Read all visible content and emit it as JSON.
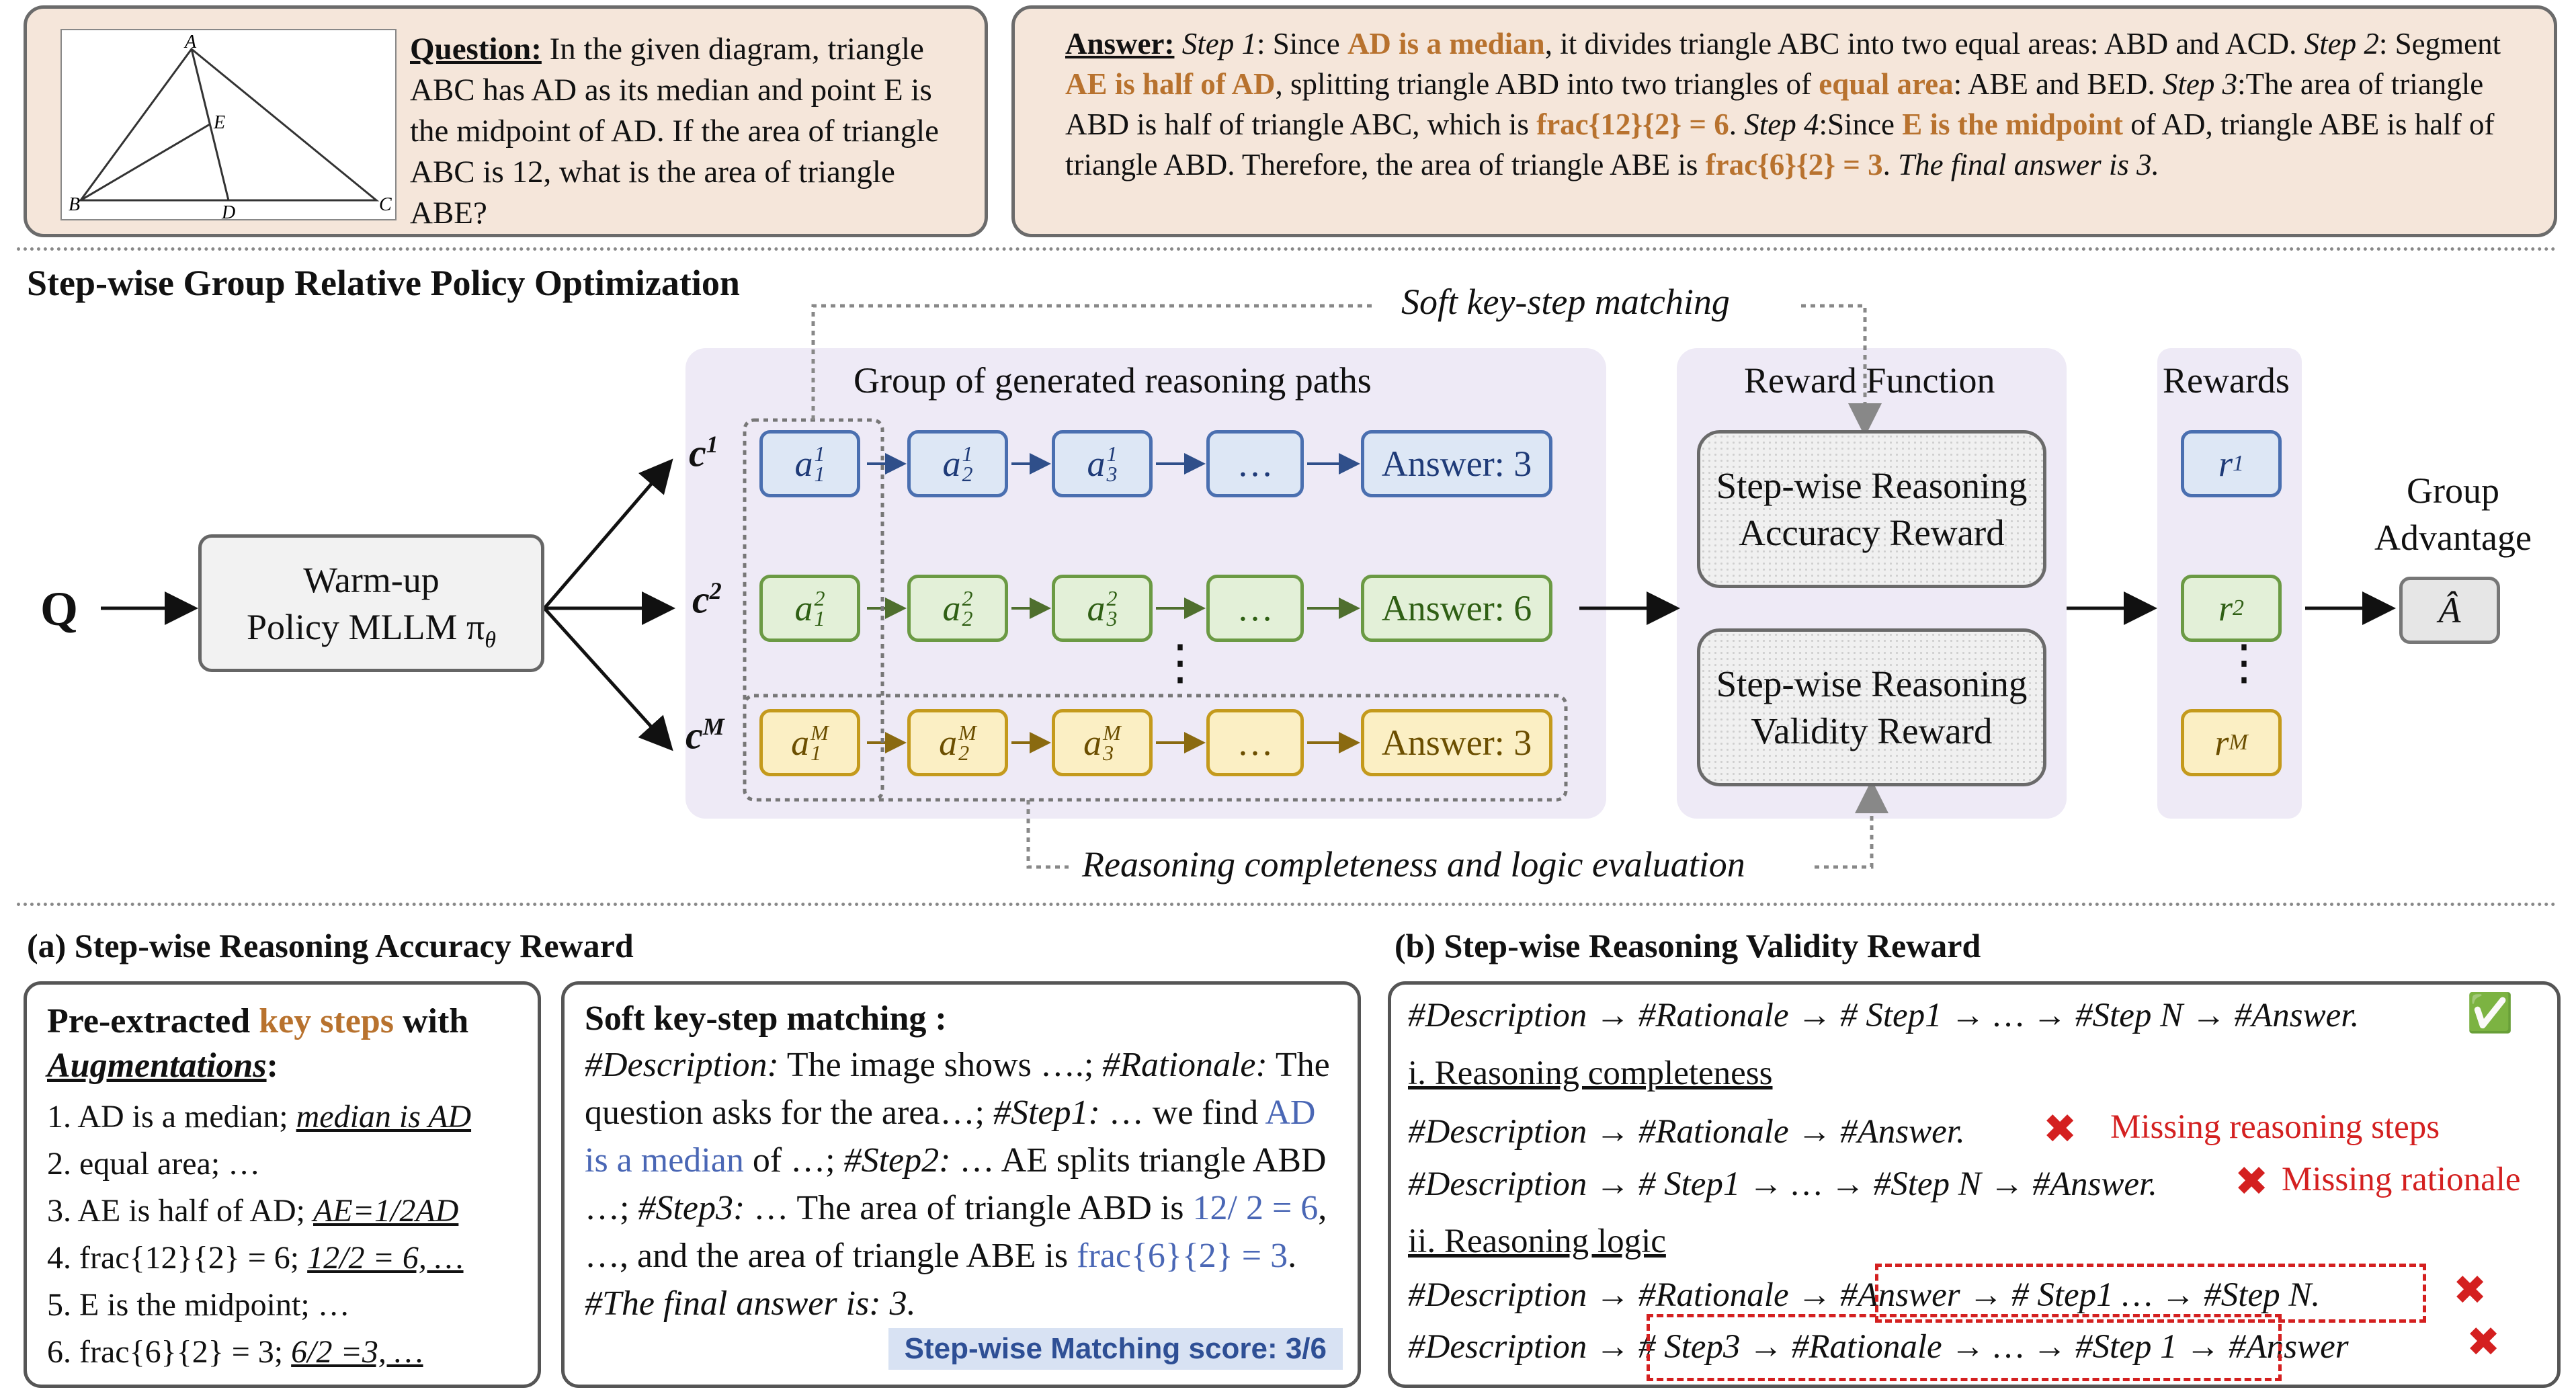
{
  "question": {
    "label": "Question:",
    "text": " In the given diagram, triangle ABC has AD as its median and point E is the midpoint of AD. If the area of triangle ABC is 12, what is the area of triangle ABE?"
  },
  "triangle_labels": {
    "a": "A",
    "b": "B",
    "c": "C",
    "d": "D",
    "e": "E"
  },
  "answer": {
    "label": "Answer:",
    "step1": " Step 1",
    "t1": ":  Since ",
    "h1": "AD is a median",
    "t2": ", it divides triangle ABC into two equal areas: ABD and ACD. ",
    "step2": "Step 2",
    "t3": ": Segment ",
    "h2": "AE is half of AD",
    "t4": ", splitting triangle ABD into two triangles of ",
    "h3": "equal area",
    "t5": ": ABE and BED. ",
    "step3": "Step 3",
    "t6": ":The area of triangle ABD is half of triangle ABC, which is ",
    "h4": "frac{12}{2} = 6",
    "t7": ". ",
    "step4": "Step 4",
    "t8": ":Since ",
    "h5": "E is the midpoint",
    "t9": " of AD, triangle ABE is half of triangle ABD. Therefore, the area of triangle ABE is ",
    "h6": "frac{6}{2} = 3",
    "t10": ". ",
    "final": "The final answer is 3."
  },
  "section_title": "Step-wise Group Relative Policy Optimization",
  "soft_matching_label": "Soft key-step matching",
  "completeness_label": "Reasoning completeness and logic evaluation",
  "q_label": "Q",
  "policy": {
    "line1": "Warm-up",
    "line2": "Policy MLLM π",
    "sub": "θ"
  },
  "group_title": "Group of generated reasoning paths",
  "paths": [
    {
      "c": "c",
      "sup": "1",
      "steps": [
        {
          "b": "a",
          "sub": "1",
          "sup": "1"
        },
        {
          "b": "a",
          "sub": "2",
          "sup": "1"
        },
        {
          "b": "a",
          "sub": "3",
          "sup": "1"
        }
      ],
      "ellipsis": "…",
      "answer": "Answer: 3"
    },
    {
      "c": "c",
      "sup": "2",
      "steps": [
        {
          "b": "a",
          "sub": "1",
          "sup": "2"
        },
        {
          "b": "a",
          "sub": "2",
          "sup": "2"
        },
        {
          "b": "a",
          "sub": "3",
          "sup": "2"
        }
      ],
      "ellipsis": "…",
      "answer": "Answer: 6"
    },
    {
      "c": "c",
      "sup": "M",
      "steps": [
        {
          "b": "a",
          "sub": "1",
          "sup": "M"
        },
        {
          "b": "a",
          "sub": "2",
          "sup": "M"
        },
        {
          "b": "a",
          "sub": "3",
          "sup": "M"
        }
      ],
      "ellipsis": "…",
      "answer": "Answer: 3"
    }
  ],
  "vdots": "⋮",
  "reward_function": {
    "title": "Reward Function",
    "acc": "Step-wise Reasoning Accuracy Reward",
    "val": "Step-wise Reasoning Validity Reward"
  },
  "rewards": {
    "title": "Rewards",
    "r": "r",
    "s1": "1",
    "s2": "2",
    "sM": "M"
  },
  "advantage": {
    "line1": "Group",
    "line2": "Advantage",
    "symbol": "Â"
  },
  "panel_a": {
    "title": "(a) Step-wise Reasoning Accuracy Reward",
    "box1": {
      "h1": "Pre-extracted ",
      "h2": "key steps",
      "h3": " with",
      "h4": "Augmentations",
      "h5": ":",
      "items": [
        {
          "t": "1. AD is a median; ",
          "u": "median is AD"
        },
        {
          "t": "2. equal area; …",
          "u": ""
        },
        {
          "t": "3. AE is half of AD; ",
          "u": "AE=1/2AD"
        },
        {
          "t": "4. frac{12}{2} = 6; ",
          "u": "12/2 = 6, …"
        },
        {
          "t": "5. E is the midpoint; …",
          "u": ""
        },
        {
          "t": "6. frac{6}{2} = 3; ",
          "u": "6/2 =3, …"
        }
      ]
    },
    "box2": {
      "title": "Soft key-step matching :",
      "p1": "#Description:",
      "p2": " The image shows ….; ",
      "p3": "#Rationale:",
      "p4": " The question asks for the area…; ",
      "p5": "#Step1:",
      "p6": " … we find ",
      "p7": "AD is a median",
      "p8": " of  …; ",
      "p9": "#Step2:",
      "p10": " … AE splits triangle ABD …; ",
      "p11": "#Step3:",
      "p12": " … The area of triangle ABD is ",
      "p13": "12/ 2 = 6",
      "p14": ", …, and the area of triangle ABE is ",
      "p15": "frac{6}{2} = 3",
      "p16": ".  ",
      "p17": "#The final answer is: 3.",
      "score": "Step-wise Matching score: 3/6"
    }
  },
  "panel_b": {
    "title": "(b) Step-wise Reasoning Validity Reward",
    "row1": [
      "#Description",
      "#Rationale",
      "# Step1",
      "…",
      "#Step N",
      "#Answer."
    ],
    "check": "✅",
    "sub1": "i. Reasoning completeness",
    "row2": [
      "#Description",
      "#Rationale",
      "#Answer."
    ],
    "row2_note": "Missing reasoning steps",
    "row3": [
      "#Description",
      "# Step1",
      "…",
      "#Step N",
      "#Answer."
    ],
    "row3_note": "Missing rationale",
    "sub2": "ii. Reasoning logic",
    "row4": [
      "#Description",
      "#Rationale",
      "#Answer",
      "# Step1 …",
      "#Step N."
    ],
    "row5": [
      "#Description",
      "# Step3",
      "#Rationale",
      "…",
      "#Step 1",
      "#Answer"
    ],
    "cross": "✖",
    "arrow": "→"
  },
  "colors": {
    "orange": "#b8722e",
    "blue": "#4a67b5",
    "red": "#d42020",
    "lavender": "#eeeaf6"
  }
}
